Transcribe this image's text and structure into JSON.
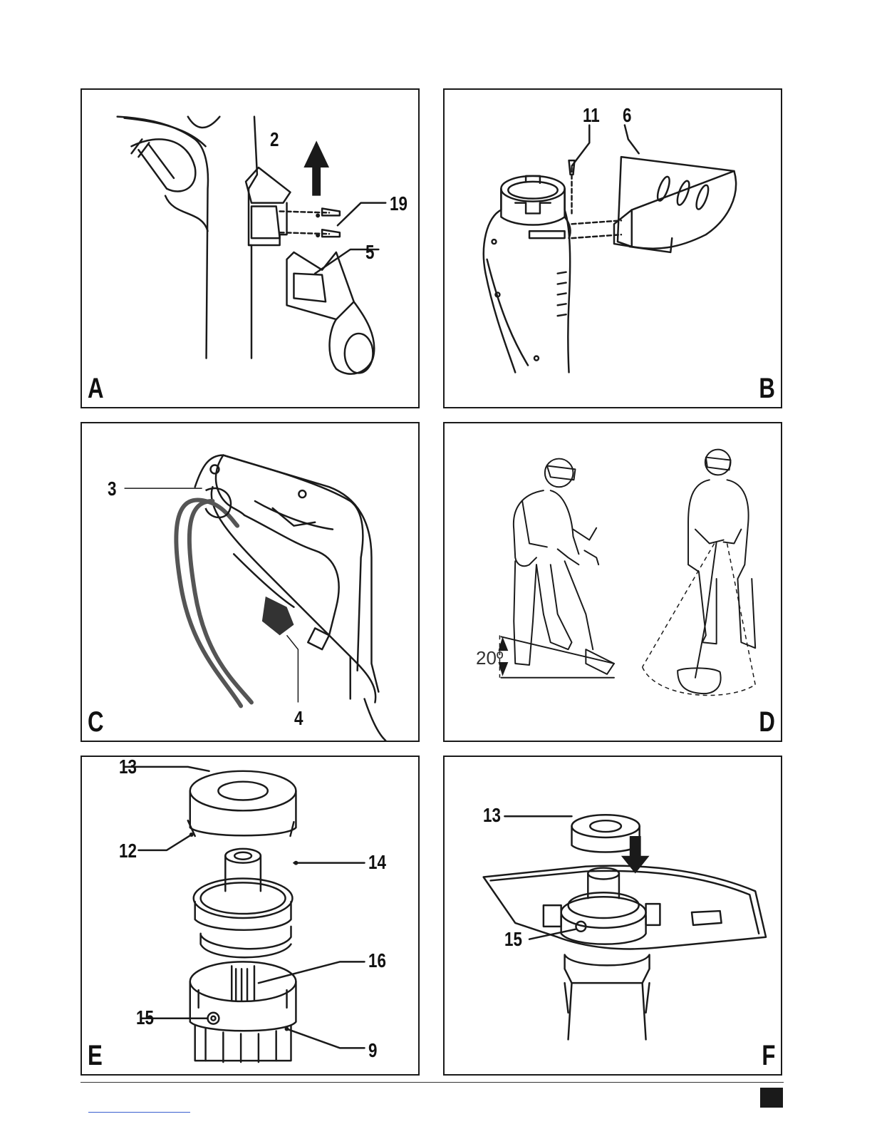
{
  "panels": [
    {
      "letter": "A",
      "callouts": [
        "2",
        "19",
        "5"
      ]
    },
    {
      "letter": "B",
      "callouts": [
        "11",
        "6"
      ]
    },
    {
      "letter": "C",
      "callouts": [
        "3",
        "4"
      ]
    },
    {
      "letter": "D",
      "angle": "20º"
    },
    {
      "letter": "E",
      "callouts": [
        "13",
        "12",
        "14",
        "16",
        "15",
        "9"
      ]
    },
    {
      "letter": "F",
      "callouts": [
        "13",
        "15"
      ]
    }
  ]
}
